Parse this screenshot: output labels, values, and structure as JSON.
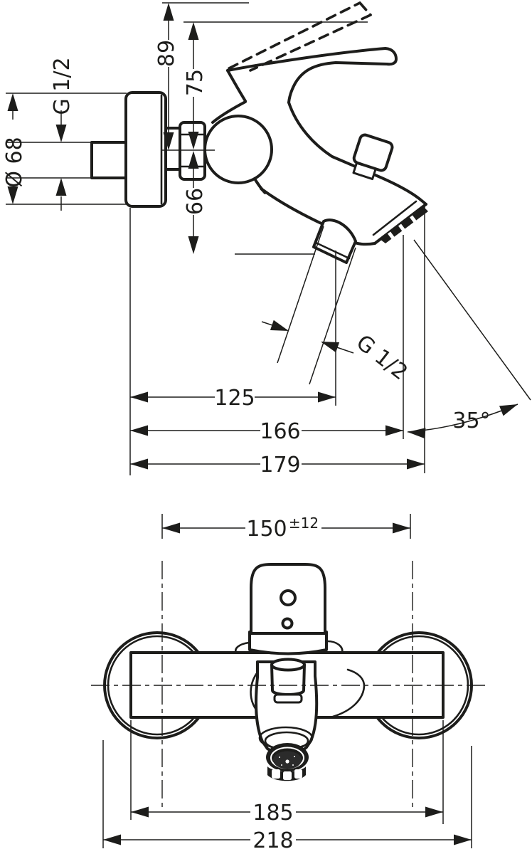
{
  "colors": {
    "line": "#1d1d1b",
    "background": "#ffffff"
  },
  "side_view": {
    "dim_height_overall": "89",
    "dim_height_handle": "75",
    "dim_height_below_axis": "66",
    "dim_inlet_thread": "G 1/2",
    "dim_flange_diameter": "Ø 68",
    "dim_outlet_thread": "G 1/2",
    "dim_depth_to_outlet": "125",
    "dim_depth_to_spout": "166",
    "dim_depth_overall": "179",
    "dim_spout_angle": "35°"
  },
  "front_view": {
    "dim_center_distance": "150",
    "dim_center_tolerance": "±12",
    "dim_body_width": "185",
    "dim_overall_width": "218"
  }
}
